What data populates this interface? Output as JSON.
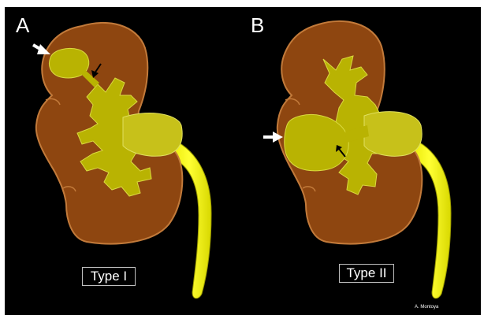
{
  "panels": [
    {
      "letter": "A",
      "label": "Type I"
    },
    {
      "letter": "B",
      "label": "Type II"
    }
  ],
  "credit": "A. Montoya",
  "colors": {
    "background": "#000000",
    "kidney": "#8e4610",
    "kidney_outline": "#c27a3a",
    "collecting_system": "#b9b302",
    "ureter": "#ffff1a",
    "white_arrow": "#ffffff",
    "black_arrow": "#000000"
  },
  "icons": [
    "white-arrow-icon",
    "black-arrow-icon"
  ]
}
